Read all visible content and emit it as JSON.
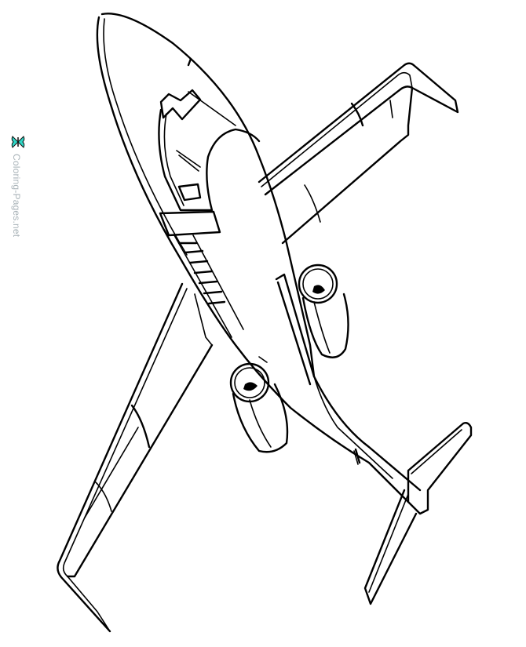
{
  "page": {
    "type": "coloring-page",
    "subject": "business jet airplane line drawing (top-down view)",
    "background_color": "#ffffff",
    "line_color": "#000000"
  },
  "watermark": {
    "text": "Coloring-Pages.net",
    "icon": "butterfly-icon",
    "icon_colors": [
      "#2fd6c6",
      "#1a1a1a"
    ],
    "text_color": "#a9b3b8",
    "orientation": "rotated-90deg"
  },
  "illustration": {
    "parts": [
      "nose-cone",
      "cockpit-windshield",
      "fuselage",
      "cabin-windows",
      "left-wing",
      "right-wing",
      "left-engine",
      "right-engine",
      "tail-horizontal-stabilizer",
      "tail-vertical-fin"
    ]
  }
}
